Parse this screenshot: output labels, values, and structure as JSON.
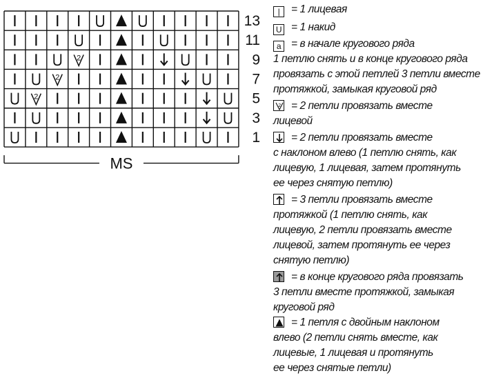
{
  "chart": {
    "stitch_codes": {
      "k": "|",
      "yo": "U",
      "k2tog": "2",
      "ssk": "down-arrow",
      "s2kpo": "triangle"
    },
    "rows": [
      [
        "k",
        "k",
        "k",
        "k",
        "yo",
        "s2kpo",
        "yo",
        "k",
        "k",
        "k",
        "k"
      ],
      [
        "k",
        "k",
        "k",
        "yo",
        "k",
        "s2kpo",
        "k",
        "yo",
        "k",
        "k",
        "k"
      ],
      [
        "k",
        "k",
        "yo",
        "k2tog",
        "k",
        "s2kpo",
        "k",
        "ssk",
        "yo",
        "k",
        "k"
      ],
      [
        "k",
        "yo",
        "k2tog",
        "k",
        "k",
        "s2kpo",
        "k",
        "k",
        "ssk",
        "yo",
        "k"
      ],
      [
        "yo",
        "k2tog",
        "k",
        "k",
        "k",
        "s2kpo",
        "k",
        "k",
        "k",
        "ssk",
        "yo"
      ],
      [
        "k",
        "yo",
        "k",
        "k",
        "k",
        "s2kpo",
        "k",
        "k",
        "k",
        "ssk",
        "yo"
      ],
      [
        "yo",
        "k",
        "k",
        "k",
        "k",
        "s2kpo",
        "k",
        "k",
        "k",
        "yo",
        "k"
      ]
    ],
    "row_numbers": [
      "13",
      "11",
      "9",
      "7",
      "5",
      "3",
      "1"
    ],
    "repeat_label": "MS"
  },
  "legend": [
    {
      "symbol": "|",
      "shaded": false,
      "text": "= 1 лицевая",
      "tail": []
    },
    {
      "symbol": "U",
      "shaded": false,
      "text": "= 1 накид",
      "tail": []
    },
    {
      "symbol": "a",
      "shaded": false,
      "text": "= в начале кругового ряда",
      "tail": [
        "1 петлю снять и в конце кругового ряда",
        "провязать с этой петлей 3 петли вместе",
        "протяжкой, замыкая круговой ряд"
      ]
    },
    {
      "symbol": "k2tog-icon",
      "shaded": false,
      "text": "= 2 петли провязать вместе",
      "tail": [
        "лицевой"
      ]
    },
    {
      "symbol": "down-arrow-icon",
      "shaded": false,
      "text": "= 2 петли провязать вместе",
      "tail": [
        "с наклоном влево (1 петлю снять, как",
        "лицевую, 1 лицевая, затем протянуть",
        "ее через снятую петлю)"
      ]
    },
    {
      "symbol": "up-arrow-icon",
      "shaded": false,
      "text": "= 3 петли провязать вместе",
      "tail": [
        "протяжкой (1 петлю снять, как",
        "лицевую, 2 петли провязать вместе",
        "лицевой, затем протянуть ее через",
        "снятую петлю)"
      ]
    },
    {
      "symbol": "up-arrow-icon",
      "shaded": true,
      "text": "= в конце кругового ряда провязать",
      "tail": [
        "3 петли вместе протяжкой, замыкая",
        "круговой ряд"
      ]
    },
    {
      "symbol": "triangle-icon",
      "shaded": false,
      "text": "= 1 петля с двойным наклоном",
      "tail": [
        "влево (2 петли снять вместе, как",
        "лицевые, 1 лицевая и протянуть",
        "ее через снятые петли)"
      ]
    }
  ]
}
